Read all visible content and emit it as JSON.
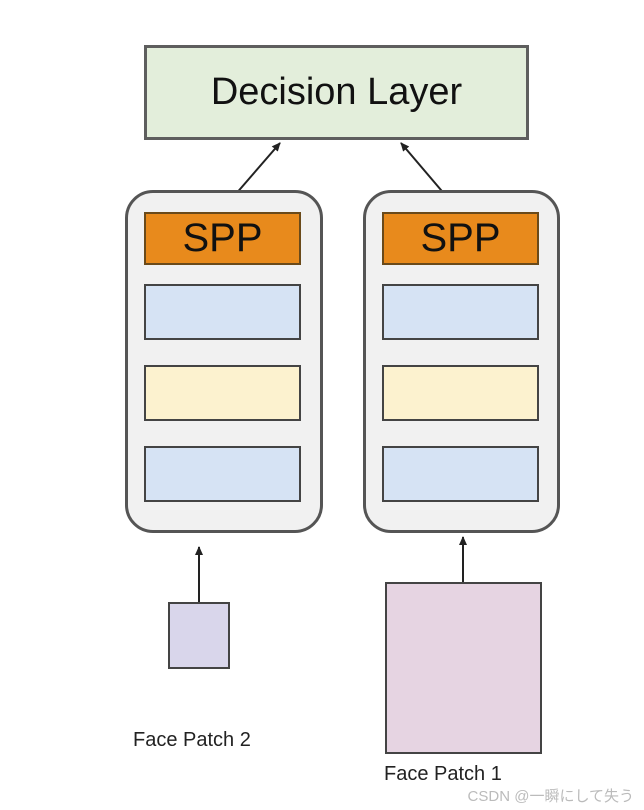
{
  "diagram": {
    "decision_layer": {
      "label": "Decision Layer"
    },
    "branches": [
      {
        "id": "left",
        "spp_label": "SPP",
        "layers": [
          "blue",
          "yellow",
          "blue"
        ],
        "input_label": "Face Patch 2"
      },
      {
        "id": "right",
        "spp_label": "SPP",
        "layers": [
          "blue",
          "yellow",
          "blue"
        ],
        "input_label": "Face Patch 1"
      }
    ]
  },
  "colors": {
    "decision_fill": "#e3eedb",
    "spp_fill": "#e88a1c",
    "blue_layer": "#d6e3f4",
    "yellow_layer": "#fcf2cf",
    "patch2_fill": "#d9d6eb",
    "patch1_fill": "#e6d4e2"
  },
  "watermark": "CSDN @一瞬にして失う"
}
